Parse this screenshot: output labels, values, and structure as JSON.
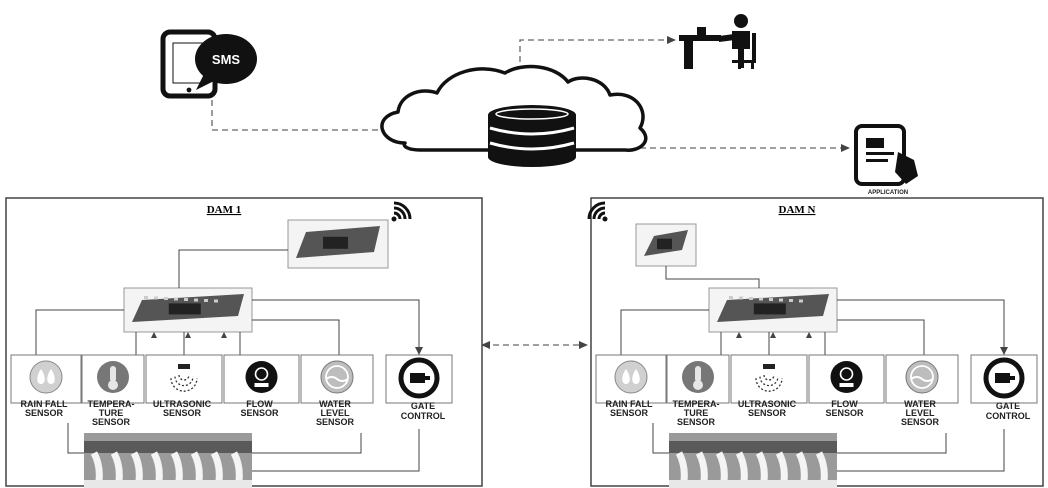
{
  "sms": {
    "label": "SMS"
  },
  "application": {
    "label": "APPLICATION"
  },
  "dams": [
    {
      "title": "DAM 1",
      "sensors": [
        {
          "icon": "raindrops-icon",
          "lines": [
            "RAIN FALL",
            "SENSOR"
          ]
        },
        {
          "icon": "thermometer-icon",
          "lines": [
            "TEMPERA-",
            "TURE",
            "SENSOR"
          ]
        },
        {
          "icon": "ultrasonic-icon",
          "lines": [
            "ULTRASONIC",
            "SENSOR"
          ]
        },
        {
          "icon": "flow-meter-icon",
          "lines": [
            "FLOW",
            "SENSOR"
          ]
        },
        {
          "icon": "water-level-icon",
          "lines": [
            "WATER",
            "LEVEL",
            "SENSOR"
          ]
        }
      ],
      "gate": {
        "icon": "gate-motor-icon",
        "lines": [
          "GATE",
          "CONTROL"
        ]
      }
    },
    {
      "title": "DAM N",
      "sensors": [
        {
          "icon": "raindrops-icon",
          "lines": [
            "RAIN FALL",
            "SENSOR"
          ]
        },
        {
          "icon": "thermometer-icon",
          "lines": [
            "TEMPERA-",
            "TURE",
            "SENSOR"
          ]
        },
        {
          "icon": "ultrasonic-icon",
          "lines": [
            "ULTRASONIC",
            "SENSOR"
          ]
        },
        {
          "icon": "flow-meter-icon",
          "lines": [
            "FLOW",
            "SENSOR"
          ]
        },
        {
          "icon": "water-level-icon",
          "lines": [
            "WATER",
            "LEVEL",
            "SENSOR"
          ]
        }
      ],
      "gate": {
        "icon": "gate-motor-icon",
        "lines": [
          "GATE",
          "CONTROL"
        ]
      }
    }
  ]
}
